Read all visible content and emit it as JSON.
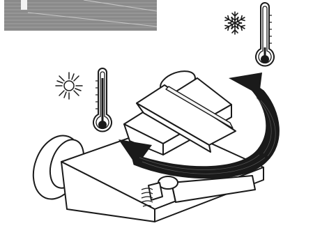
{
  "diagram": {
    "subject": "single-lever-thermostatic-mixer-tap",
    "icons": [
      {
        "name": "cold-indicator",
        "symbol": "snowflake-icon",
        "meaning": "cold"
      },
      {
        "name": "hot-indicator",
        "symbol": "sun-icon",
        "meaning": "hot"
      },
      {
        "name": "thermometer-cold",
        "symbol": "thermometer-icon",
        "level": 0.15
      },
      {
        "name": "thermometer-hot",
        "symbol": "thermometer-icon",
        "level": 0.85
      }
    ],
    "rotation_arrow": {
      "direction": "counter-clockwise"
    },
    "inset_panel": {
      "style": "dark-grey striped thumbnail"
    },
    "colors": {
      "ink": "#1a1a1a",
      "arrow_fill": "#1a1a1a",
      "panel": "#8a8a8a",
      "panel_stripe": "#a6a6a6",
      "background": "#ffffff"
    }
  }
}
